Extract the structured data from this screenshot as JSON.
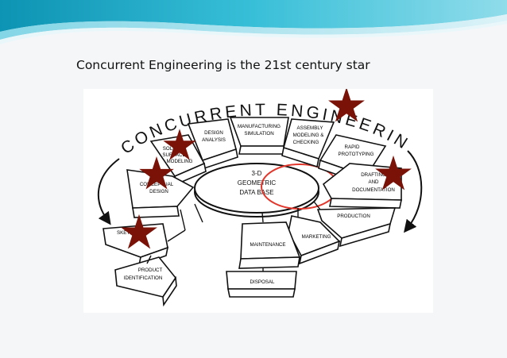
{
  "slide": {
    "title": "Concurrent Engineering is the 21st century star"
  },
  "diagram": {
    "arc_title": "CONCURRENT ENGINEERING",
    "hub": {
      "line1": "3-D",
      "line2": "GEOMETRIC",
      "line3": "DATA BASE"
    },
    "segments": {
      "manufacturing": {
        "line1": "MANUFACTURING",
        "line2": "SIMULATION"
      },
      "design_analysis": {
        "line1": "DESIGN",
        "line2": "ANALYSIS"
      },
      "assembly": {
        "line1": "ASSEMBLY",
        "line2": "MODELING &",
        "line3": "CHECKING"
      },
      "solid_surface": {
        "line1": "SOLID &",
        "line2": "SURFACE",
        "line3": "MODELING"
      },
      "rapid_prototyping": {
        "line1": "RAPID",
        "line2": "PROTOTYPING"
      },
      "conceptual_design": {
        "line1": "CONCEPTUAL",
        "line2": "DESIGN"
      },
      "drafting": {
        "line1": "DRAFTING",
        "line2": "AND",
        "line3": "DOCUMENTATION"
      },
      "production": {
        "line1": "PRODUCTION"
      },
      "marketing": {
        "line1": "MARKETING"
      },
      "maintenance": {
        "line1": "MAINTENANCE"
      },
      "disposal": {
        "line1": "DISPOSAL"
      },
      "sketching": {
        "line1": "SKETCHING"
      },
      "product_identification": {
        "line1": "PRODUCT",
        "line2": "IDENTIFICATION"
      }
    },
    "colors": {
      "star": "#e8291c",
      "highlight": "#e2372c",
      "ink": "#111111",
      "teal_banner": "#1aa6c4"
    }
  }
}
